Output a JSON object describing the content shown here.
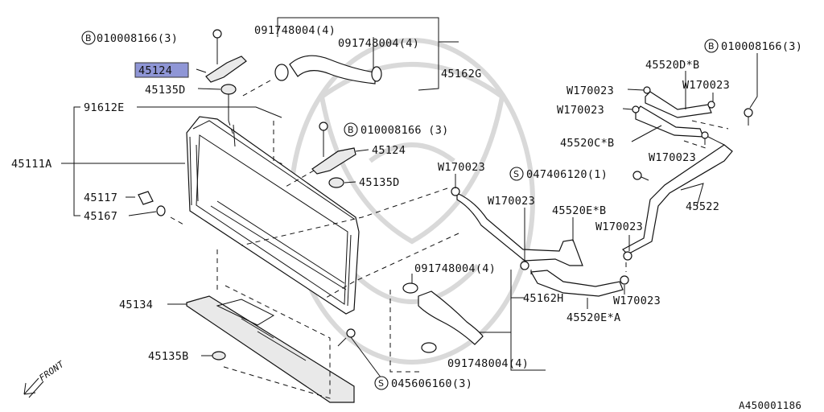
{
  "labels": {
    "bolt_top_left": "010008166(3)",
    "bolt_top_left_marker": "B",
    "p45124_top": "45124",
    "p45135D_top": "45135D",
    "p91612E": "91612E",
    "p45111A": "45111A",
    "p45117": "45117",
    "p45167": "45167",
    "p45134": "45134",
    "p45135B": "45135B",
    "front": "FRONT",
    "clamp_091748004_a": "091748004(4)",
    "clamp_091748004_b": "091748004(4)",
    "p45162G": "45162G",
    "bolt_mid": "010008166 (3)",
    "bolt_mid_marker": "B",
    "p45124_mid": "45124",
    "p45135D_mid": "45135D",
    "clamp_091748004_c": "091748004(4)",
    "p45162H": "45162H",
    "clamp_091748004_d": "091748004(4)",
    "screw_045606160": "045606160(3)",
    "screw_045606160_marker": "S",
    "w170023_a": "W170023",
    "w170023_b": "W170023",
    "w170023_c": "W170023",
    "w170023_d": "W170023",
    "w170023_e": "W170023",
    "w170023_f": "W170023",
    "w170023_g": "W170023",
    "w170023_h": "W170023",
    "p45520DB": "45520D*B",
    "p45520CB": "45520C*B",
    "p45520EB": "45520E*B",
    "p45520EA": "45520E*A",
    "p45522": "45522",
    "bolt_right": "010008166(3)",
    "bolt_right_marker": "B",
    "screw_047406120": "047406120(1)",
    "screw_047406120_marker": "S",
    "diagram_id": "A450001186"
  },
  "highlight_color": "#8f96d6"
}
